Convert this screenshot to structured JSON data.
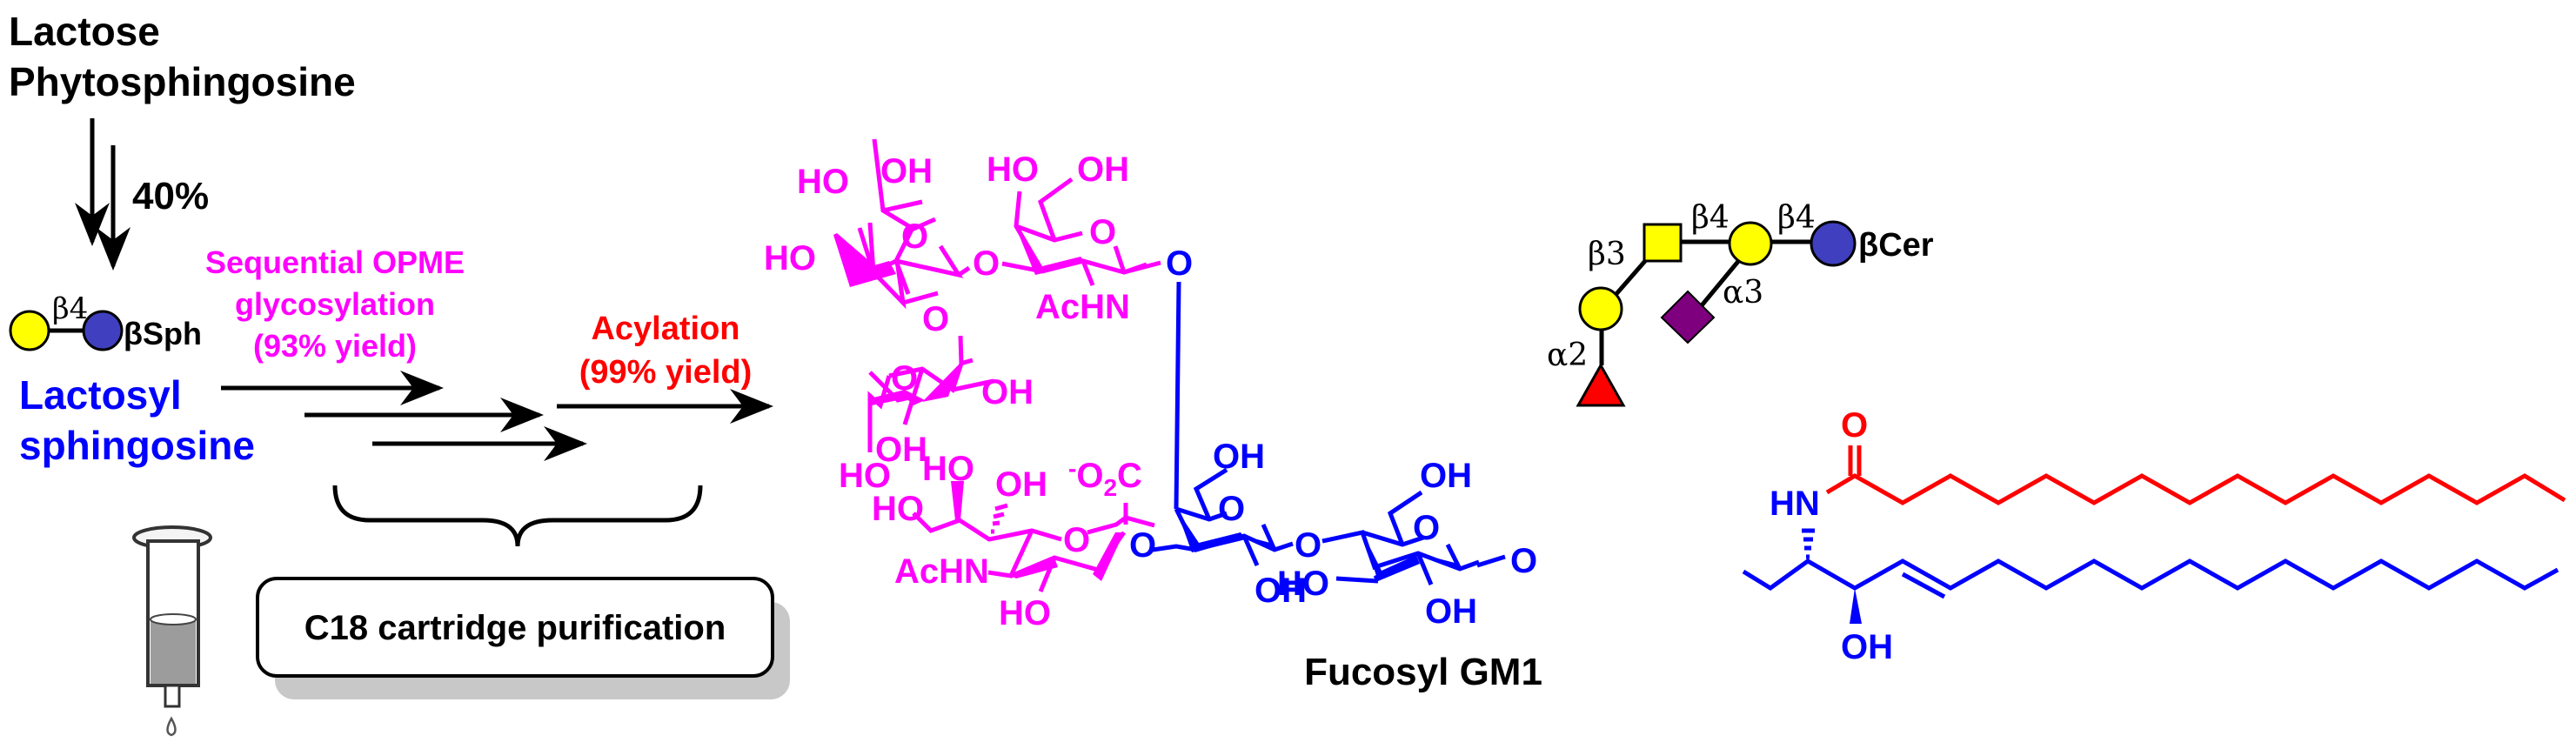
{
  "reactant": {
    "line1": "Lactose",
    "line2": "Phytosphingosine",
    "yield": "40%"
  },
  "lactosyl_sph": {
    "linkage": "β4",
    "aglycone": "βSph",
    "name_line1": "Lactosyl",
    "name_line2": "sphingosine"
  },
  "step_opme": {
    "line1": "Sequential OPME",
    "line2": "glycosylation",
    "line3": "(93% yield)"
  },
  "step_acylation": {
    "line1": "Acylation",
    "line2": "(99% yield)"
  },
  "purification": {
    "label": "C18 cartridge purification"
  },
  "product": {
    "name": "Fucosyl GM1",
    "atoms": {
      "HO": "HO",
      "OH": "OH",
      "O": "O",
      "AcHN": "AcHN",
      "HN": "HN",
      "carboxylate_minus": "-",
      "carboxylate_O": "O",
      "carboxylate_sub": "2",
      "carboxylate_C": "C"
    }
  },
  "snfg": {
    "linkages": {
      "fuc_gal": "α2",
      "gal_galnac": "β3",
      "galnac_gal": "β4",
      "gal_glc": "β4",
      "neu5ac_gal": "α3"
    },
    "aglycone": "βCer",
    "colors": {
      "galactose": "#ffff00",
      "glucose": "#3f3fbf",
      "galnac": "#ffff00",
      "fucose": "#ff0000",
      "neu5ac": "#7f007f"
    }
  },
  "colors": {
    "glycan_added": "#ff00ff",
    "lactosyl_core": "#0000ff",
    "acyl_chain": "#ff0000",
    "text": "#000000"
  }
}
